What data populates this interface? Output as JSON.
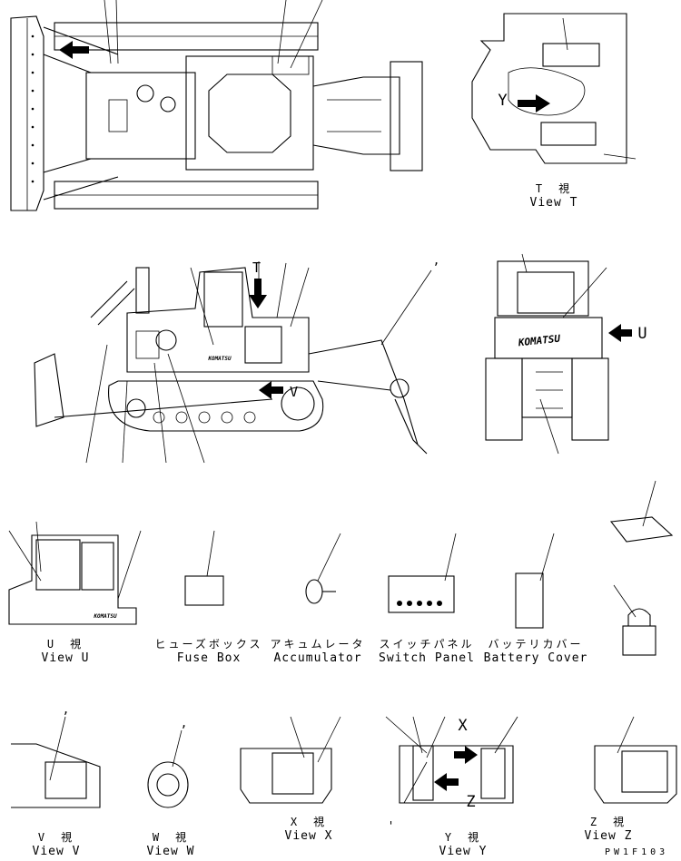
{
  "views": {
    "t": {
      "jp": "T　視",
      "en": "View T"
    },
    "u": {
      "jp": "U　視",
      "en": "View U"
    },
    "v": {
      "jp": "V　視",
      "en": "View V"
    },
    "w": {
      "jp": "W　視",
      "en": "View W"
    },
    "x": {
      "jp": "X　視",
      "en": "View X"
    },
    "y": {
      "jp": "Y　視",
      "en": "View Y"
    },
    "z": {
      "jp": "Z　視",
      "en": "View Z"
    }
  },
  "parts": {
    "fuse_box": {
      "jp": "ヒューズボックス",
      "en": "Fuse Box"
    },
    "accumulator": {
      "jp": "アキュムレータ",
      "en": "Accumulator"
    },
    "switch_panel": {
      "jp": "スイッチパネル",
      "en": "Switch Panel"
    },
    "battery_cover": {
      "jp": "バッテリカバー",
      "en": "Battery Cover"
    }
  },
  "arrow_letters": {
    "t": "T",
    "u": "U",
    "v": "V",
    "x": "X",
    "y": "Y",
    "z": "Z"
  },
  "brand": "KOMATSU",
  "stray_marks": {
    "top_mid": ",",
    "v_view": ",",
    "w_view": ",",
    "y_view": "'"
  },
  "figure_code": "PW1F103"
}
